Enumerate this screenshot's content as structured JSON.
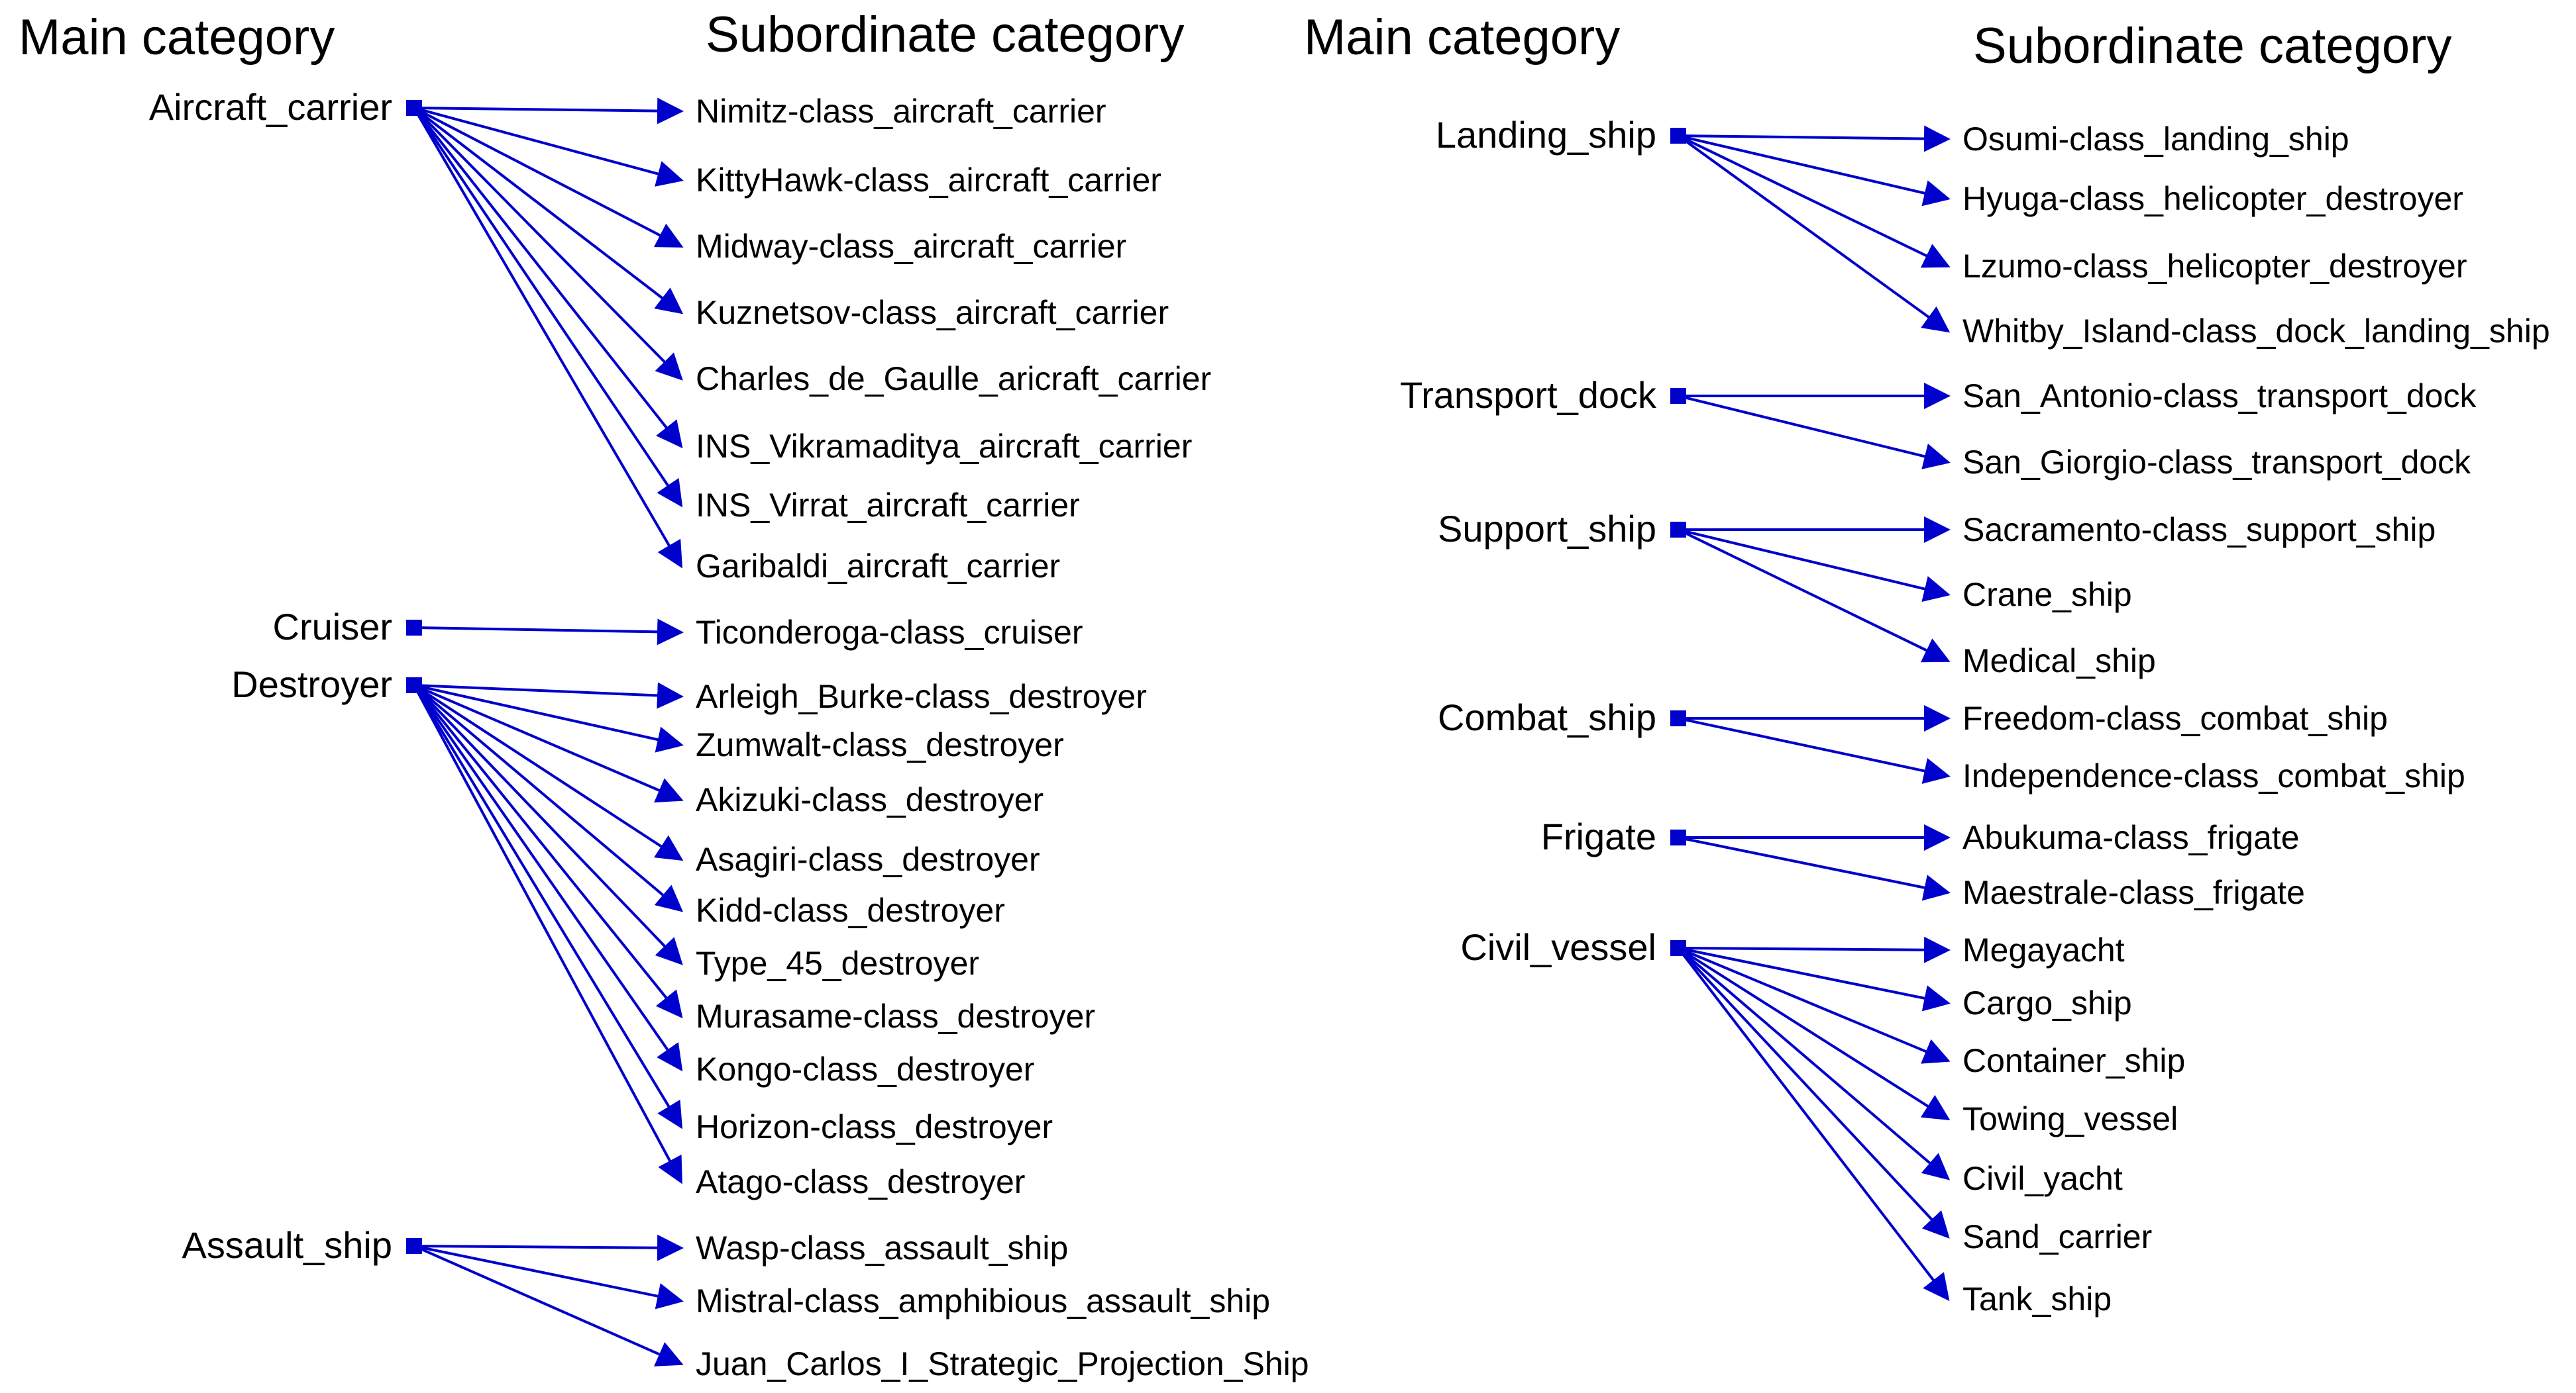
{
  "accent_color": "#0000cc",
  "left": {
    "main_header": "Main category",
    "sub_header": "Subordinate category",
    "groups": [
      {
        "main": "Aircraft_carrier",
        "subs": [
          "Nimitz-class_aircraft_carrier",
          "KittyHawk-class_aircraft_carrier",
          "Midway-class_aircraft_carrier",
          "Kuznetsov-class_aircraft_carrier",
          "Charles_de_Gaulle_aricraft_carrier",
          "INS_Vikramaditya_aircraft_carrier",
          "INS_Virrat_aircraft_carrier",
          "Garibaldi_aircraft_carrier"
        ]
      },
      {
        "main": "Cruiser",
        "subs": [
          "Ticonderoga-class_cruiser"
        ]
      },
      {
        "main": "Destroyer",
        "subs": [
          "Arleigh_Burke-class_destroyer",
          "Zumwalt-class_destroyer",
          "Akizuki-class_destroyer",
          "Asagiri-class_destroyer",
          "Kidd-class_destroyer",
          "Type_45_destroyer",
          "Murasame-class_destroyer",
          "Kongo-class_destroyer",
          "Horizon-class_destroyer",
          "Atago-class_destroyer"
        ]
      },
      {
        "main": "Assault_ship",
        "subs": [
          "Wasp-class_assault_ship",
          "Mistral-class_amphibious_assault_ship",
          "Juan_Carlos_I_Strategic_Projection_Ship"
        ]
      }
    ]
  },
  "right": {
    "main_header": "Main category",
    "sub_header": "Subordinate category",
    "groups": [
      {
        "main": "Landing_ship",
        "subs": [
          "Osumi-class_landing_ship",
          "Hyuga-class_helicopter_destroyer",
          "Lzumo-class_helicopter_destroyer",
          "Whitby_Island-class_dock_landing_ship"
        ]
      },
      {
        "main": "Transport_dock",
        "subs": [
          "San_Antonio-class_transport_dock",
          "San_Giorgio-class_transport_dock"
        ]
      },
      {
        "main": "Support_ship",
        "subs": [
          "Sacramento-class_support_ship",
          "Crane_ship",
          "Medical_ship"
        ]
      },
      {
        "main": "Combat_ship",
        "subs": [
          "Freedom-class_combat_ship",
          "Independence-class_combat_ship"
        ]
      },
      {
        "main": "Frigate",
        "subs": [
          "Abukuma-class_frigate",
          "Maestrale-class_frigate"
        ]
      },
      {
        "main": "Civil_vessel",
        "subs": [
          "Megayacht",
          "Cargo_ship",
          "Container_ship",
          "Towing_vessel",
          "Civil_yacht",
          "Sand_carrier",
          "Tank_ship"
        ]
      }
    ]
  }
}
